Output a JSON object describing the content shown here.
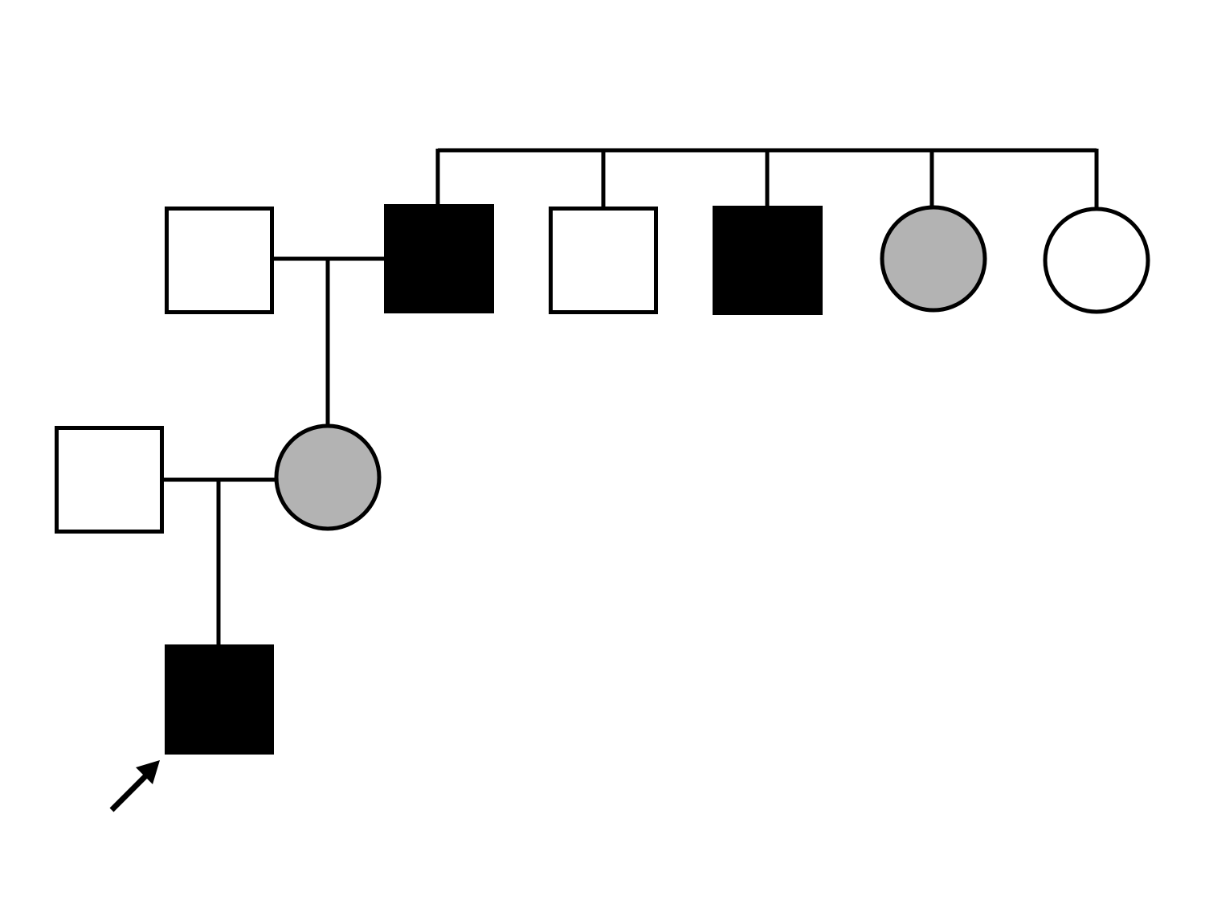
{
  "colors": {
    "affected": "#000000",
    "carrier": "#b3b3b3",
    "unaffected": "#ffffff",
    "line": "#000000",
    "background": "#ffffff"
  },
  "pedigree": {
    "individuals": [
      {
        "id": "gen1-spouse-male",
        "sex": "male",
        "status": "unaffected"
      },
      {
        "id": "gen1-father",
        "sex": "male",
        "status": "affected"
      },
      {
        "id": "gen1-sibling-brother-1",
        "sex": "male",
        "status": "unaffected"
      },
      {
        "id": "gen1-sibling-brother-2",
        "sex": "male",
        "status": "affected"
      },
      {
        "id": "gen1-sibling-sister-1",
        "sex": "female",
        "status": "carrier"
      },
      {
        "id": "gen1-sibling-sister-2",
        "sex": "female",
        "status": "unaffected"
      },
      {
        "id": "gen2-spouse-male",
        "sex": "male",
        "status": "unaffected"
      },
      {
        "id": "gen2-daughter",
        "sex": "female",
        "status": "carrier"
      },
      {
        "id": "proband",
        "sex": "male",
        "status": "affected",
        "proband": true
      }
    ],
    "partnerships": [
      {
        "partners": [
          "gen1-spouse-male",
          "gen1-father"
        ],
        "children": [
          "gen2-daughter"
        ]
      },
      {
        "partners": [
          "gen2-spouse-male",
          "gen2-daughter"
        ],
        "children": [
          "proband"
        ]
      }
    ],
    "sibships": [
      [
        "gen1-father",
        "gen1-sibling-brother-1",
        "gen1-sibling-brother-2",
        "gen1-sibling-sister-1",
        "gen1-sibling-sister-2"
      ]
    ],
    "proband_marker": "arrow-icon"
  }
}
